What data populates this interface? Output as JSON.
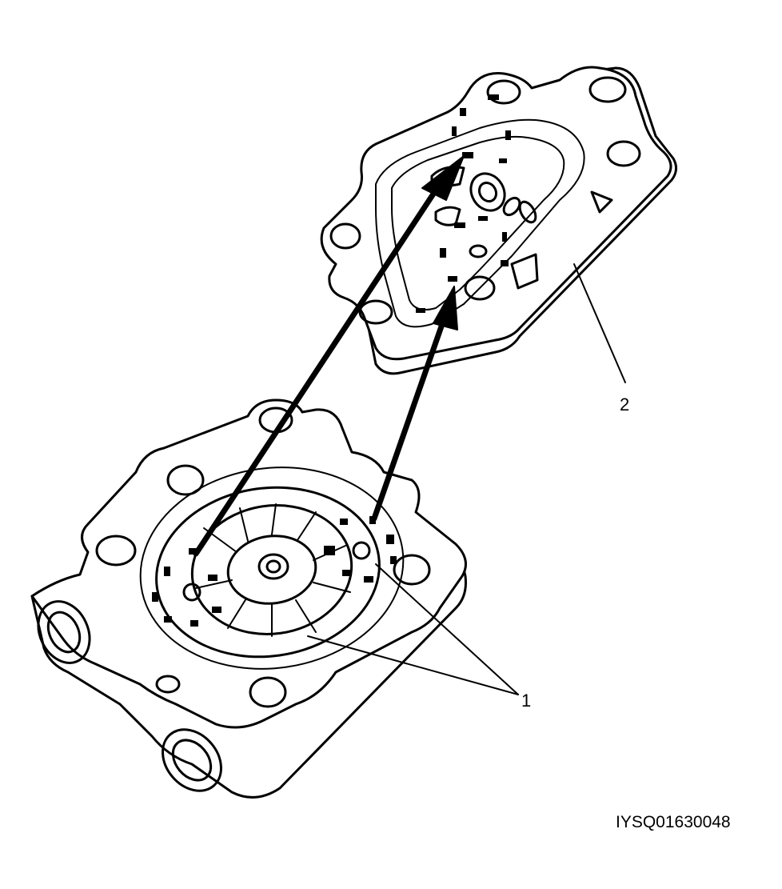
{
  "callouts": {
    "part_1": "1",
    "part_2": "2"
  },
  "figure_code": "IYSQ01630048",
  "colors": {
    "ink": "#000000",
    "paper": "#ffffff"
  }
}
